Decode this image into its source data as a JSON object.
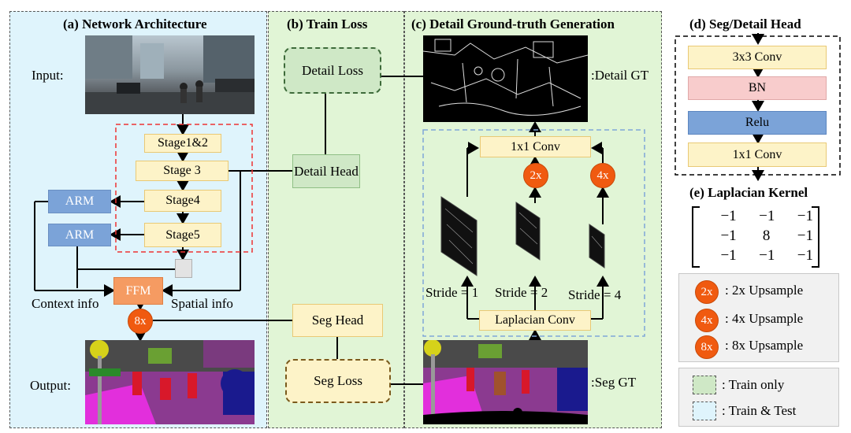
{
  "panels": {
    "a_title": "(a) Network Architecture",
    "b_title": "(b) Train Loss",
    "c_title": "(c) Detail Ground-truth Generation",
    "d_title": "(d) Seg/Detail Head",
    "e_title": "(e) Laplacian Kernel"
  },
  "network": {
    "input_label": "Input:",
    "output_label": "Output:",
    "stages": [
      "Stage1&2",
      "Stage 3",
      "Stage4",
      "Stage5"
    ],
    "arm": "ARM",
    "ffm": "FFM",
    "context_info": "Context info",
    "spatial_info": "Spatial info",
    "upsample_8x": "8x"
  },
  "train_loss": {
    "detail_loss": "Detail Loss",
    "detail_head": "Detail Head",
    "seg_head": "Seg Head",
    "seg_loss": "Seg Loss"
  },
  "detail_gt": {
    "detail_gt_label": ":Detail GT",
    "seg_gt_label": ":Seg GT",
    "conv1x1": "1x1 Conv",
    "laplacian_conv": "Laplacian Conv",
    "up2": "2x",
    "up4": "4x",
    "stride1": "Stride = 1",
    "stride2": "Stride = 2",
    "stride4": "Stride = 4"
  },
  "head": [
    "3x3 Conv",
    "BN",
    "Relu",
    "1x1 Conv"
  ],
  "kernel": [
    [
      "−1",
      "−1",
      "−1"
    ],
    [
      "−1",
      "8",
      "−1"
    ],
    [
      "−1",
      "−1",
      "−1"
    ]
  ],
  "legend": {
    "items": [
      {
        "badge": "2x",
        "text": ": 2x Upsample"
      },
      {
        "badge": "4x",
        "text": ": 4x Upsample"
      },
      {
        "badge": "8x",
        "text": ": 8x Upsample"
      }
    ],
    "train_only": ": Train only",
    "train_test": ": Train & Test"
  },
  "colors": {
    "stage_fill": "#fdf3c8",
    "arm_fill": "#7ba3d8",
    "ffm_fill": "#f59b62",
    "upsample_fill": "#f05a10",
    "bn_fill": "#f8cccc",
    "relu_fill": "#7ba3d8",
    "train_only_fill": "#cfe8c6",
    "train_test_fill": "#dff4fc"
  }
}
